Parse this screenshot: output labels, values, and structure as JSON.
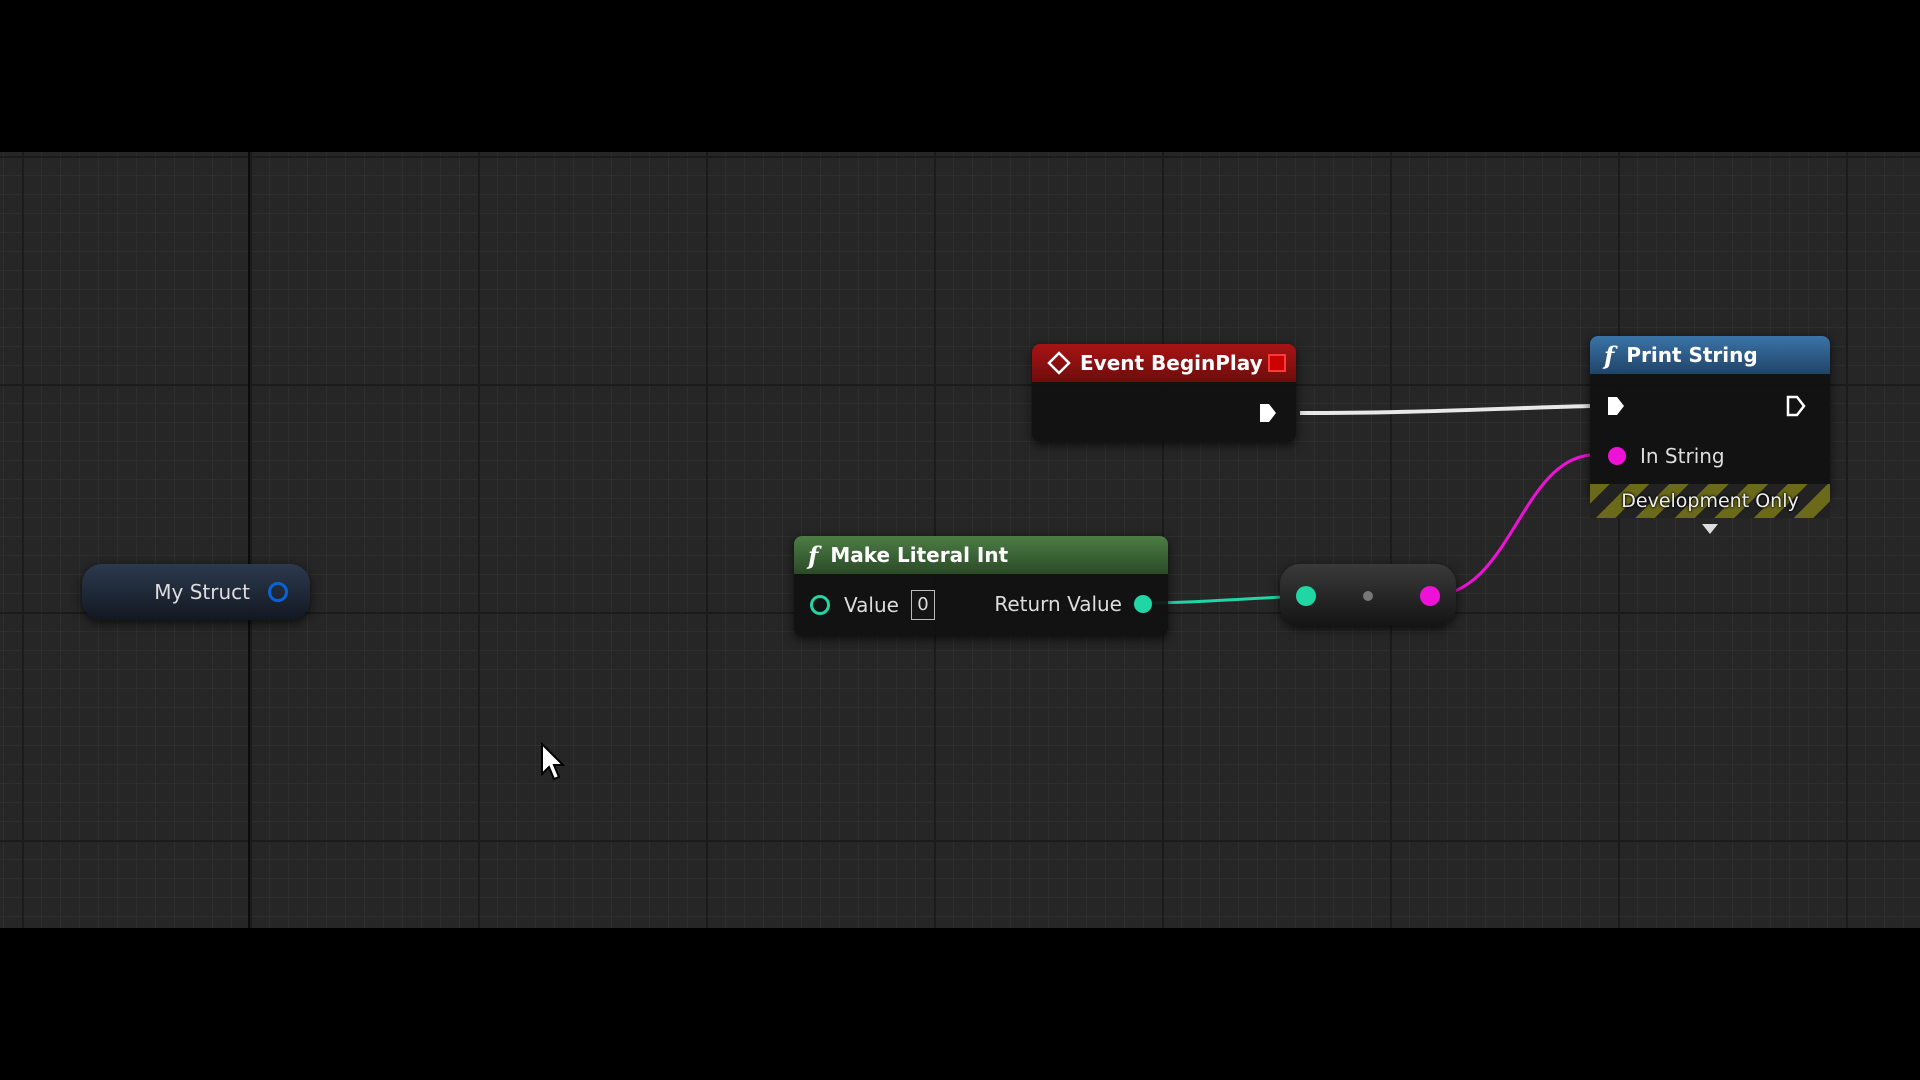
{
  "nodes": {
    "event_begin_play": {
      "title": "Event BeginPlay"
    },
    "print_string": {
      "title": "Print String",
      "in_string_label": "In String",
      "dev_only_label": "Development Only"
    },
    "make_literal_int": {
      "title": "Make Literal Int",
      "value_label": "Value",
      "value": "0",
      "return_label": "Return Value"
    },
    "my_struct": {
      "label": "My Struct"
    }
  },
  "icons": {
    "function": "f",
    "event": "diamond-icon",
    "delegate": "red-square-icon"
  },
  "colors": {
    "event_header": "#9b1010",
    "function_header": "#2f5f8a",
    "pure_function_header": "#3e6a3a",
    "exec_wire": "#e8e8e8",
    "int_pin": "#1fd6a4",
    "string_pin": "#f011d8",
    "struct_pin": "#0a62d8"
  }
}
